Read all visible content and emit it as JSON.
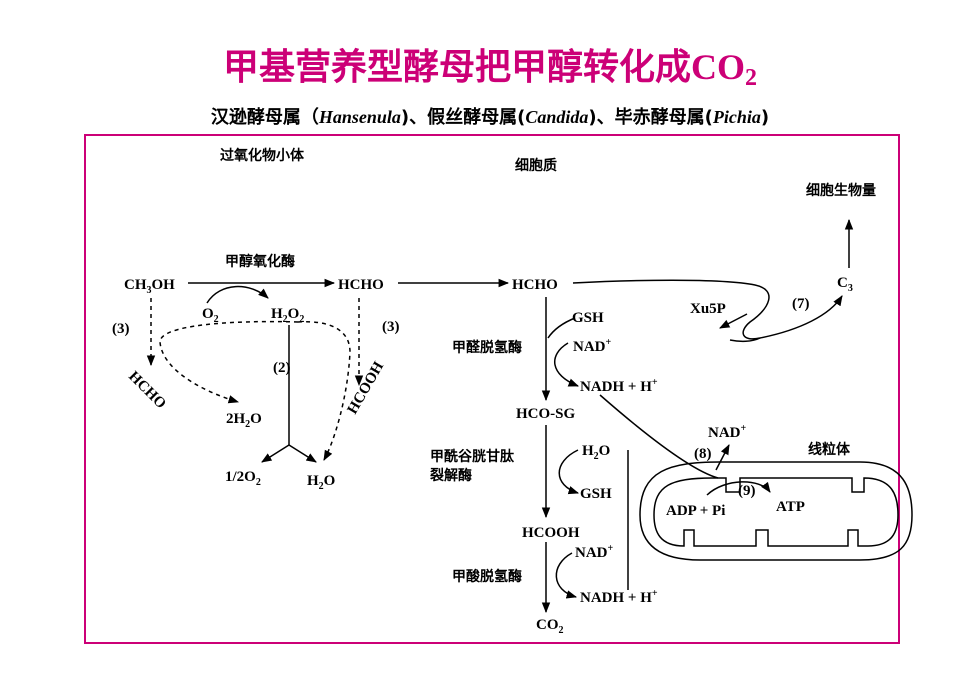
{
  "title": {
    "cn": "甲基营养型酵母把甲醇转化成",
    "co": "CO",
    "sub": "2"
  },
  "subtitle": {
    "p1": "汉逊酵母属（",
    "genus1": "Hansenula",
    "p2": ")、假丝酵母属(",
    "genus2": "Candida",
    "p3": ")、毕赤酵母属(",
    "genus3": "Pichia",
    "p4": ")"
  },
  "labels": {
    "peroxisome": "过氧化物小体",
    "cytoplasm": "细胞质",
    "cell_biomass": "细胞生物量",
    "methanol_oxidase": "甲醇氧化酶",
    "formaldehyde_dehydrogenase": "甲醛脱氢酶",
    "formylglutathione_hydrolase_1": "甲酰谷胱甘肽",
    "formylglutathione_hydrolase_2": "裂解酶",
    "formate_dehydrogenase": "甲酸脱氢酶",
    "mitochondrion": "线粒体"
  },
  "species": {
    "ch3oh_a": "CH",
    "ch3oh_b": "3",
    "ch3oh_c": "OH",
    "hcho": "HCHO",
    "o2_a": "O",
    "o2_b": "2",
    "h2o2_a": "H",
    "h2o2_b": "2",
    "h2o2_c": "O",
    "h2o2_d": "2",
    "hcho_rot": "HCHO",
    "hcooh_rot": "HCOOH",
    "two_h2o_a": "2H",
    "two_h2o_b": "2",
    "two_h2o_c": "O",
    "half_o2_a": "1/2O",
    "half_o2_b": "2",
    "h2o_a": "H",
    "h2o_b": "2",
    "h2o_c": "O",
    "gsh": "GSH",
    "nad_a": "NAD",
    "nad_b": "+",
    "nadh_a": "NADH + H",
    "nadh_b": "+",
    "hco_sg": "HCO-SG",
    "hcooh": "HCOOH",
    "co2_a": "CO",
    "co2_b": "2",
    "xu5p": "Xu5P",
    "c3_a": "C",
    "c3_b": "3",
    "adp_pi": "ADP + Pi",
    "atp": "ATP"
  },
  "steps": {
    "s2": "(2)",
    "s3": "(3)",
    "s7": "(7)",
    "s8": "(8)",
    "s9": "(9)"
  },
  "colors": {
    "accent": "#cc0077",
    "ink": "#000000"
  }
}
